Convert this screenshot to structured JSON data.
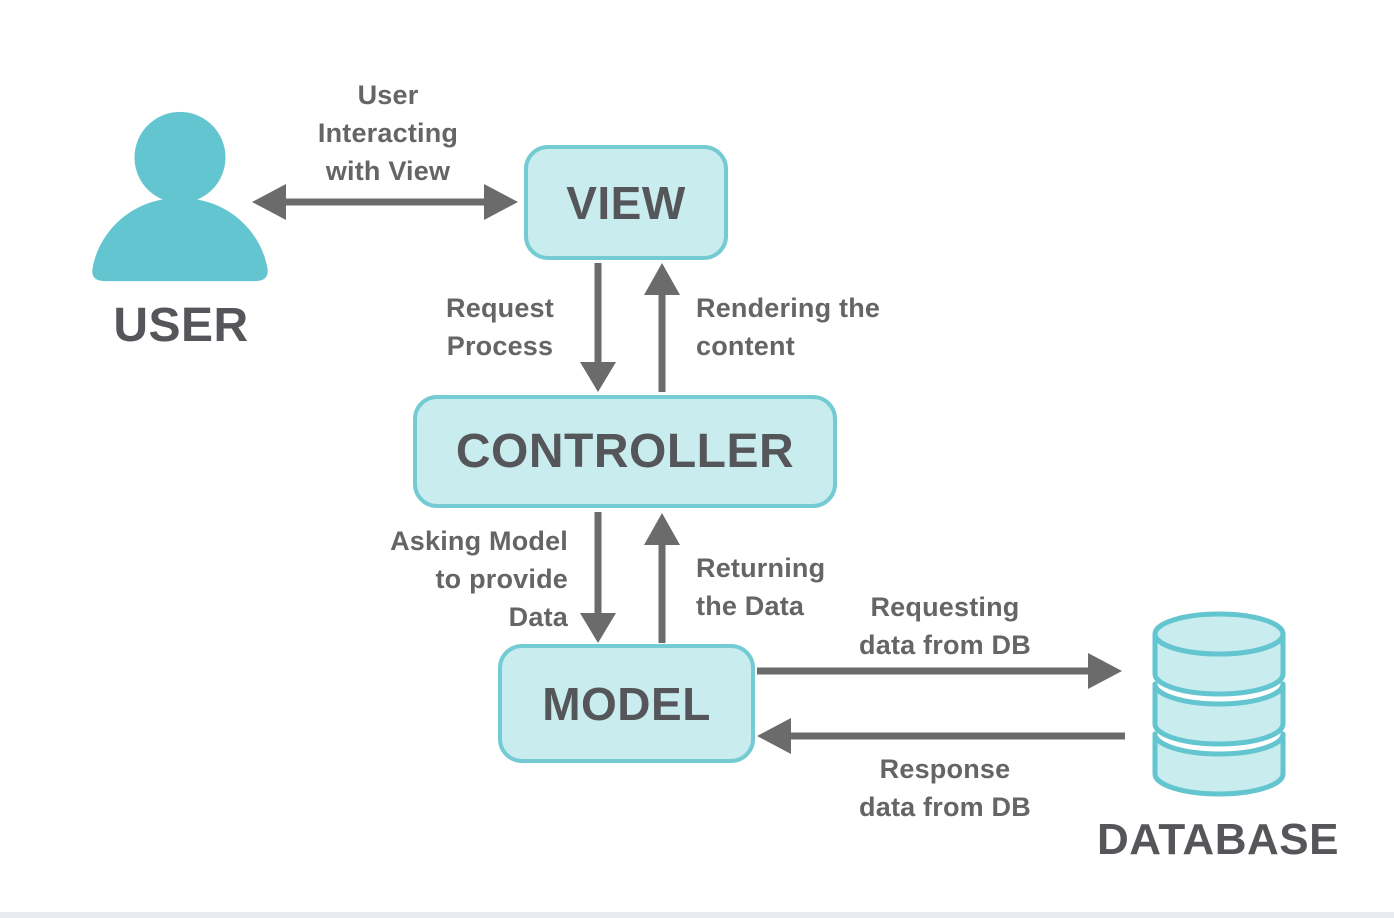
{
  "nodes": {
    "user": {
      "label": "USER"
    },
    "view": {
      "label": "VIEW"
    },
    "controller": {
      "label": "CONTROLLER"
    },
    "model": {
      "label": "MODEL"
    },
    "database": {
      "label": "DATABASE"
    }
  },
  "edges": {
    "user_view": {
      "label": "User\nInteracting\nwith View",
      "direction": "bidirectional"
    },
    "view_to_controller": {
      "label": "Request\nProcess",
      "direction": "down"
    },
    "controller_to_view": {
      "label": "Rendering the\ncontent",
      "direction": "up"
    },
    "controller_to_model": {
      "label": "Asking Model\nto provide\nData",
      "direction": "down"
    },
    "model_to_controller": {
      "label": "Returning\nthe Data",
      "direction": "up"
    },
    "model_to_database": {
      "label": "Requesting\ndata from DB",
      "direction": "right"
    },
    "database_to_model": {
      "label": "Response\ndata from DB",
      "direction": "left"
    }
  },
  "colors": {
    "teal_solid": "#62c5cf",
    "node_fill": "#c9ecee",
    "node_border": "#74cbd3",
    "arrow": "#6b6b6b",
    "title_text": "#55565a",
    "label_text": "#646567",
    "bottom_bar": "#e9ebf1"
  }
}
